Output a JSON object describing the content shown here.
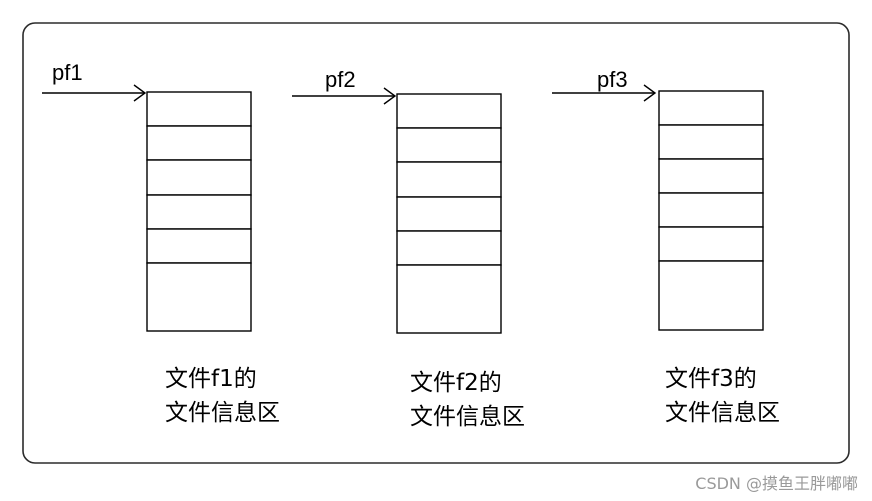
{
  "diagram": {
    "blocks": [
      {
        "pointer": "pf1",
        "caption_line1": "文件f1的",
        "caption_line2": "文件信息区",
        "rows": 6
      },
      {
        "pointer": "pf2",
        "caption_line1": "文件f2的",
        "caption_line2": "文件信息区",
        "rows": 6
      },
      {
        "pointer": "pf3",
        "caption_line1": "文件f3的",
        "caption_line2": "文件信息区",
        "rows": 6
      }
    ]
  },
  "watermark": "CSDN @摸鱼王胖嘟嘟",
  "colors": {
    "stroke": "#000000",
    "frame": "#2b2b2b",
    "watermark": "#9a9a9a"
  }
}
